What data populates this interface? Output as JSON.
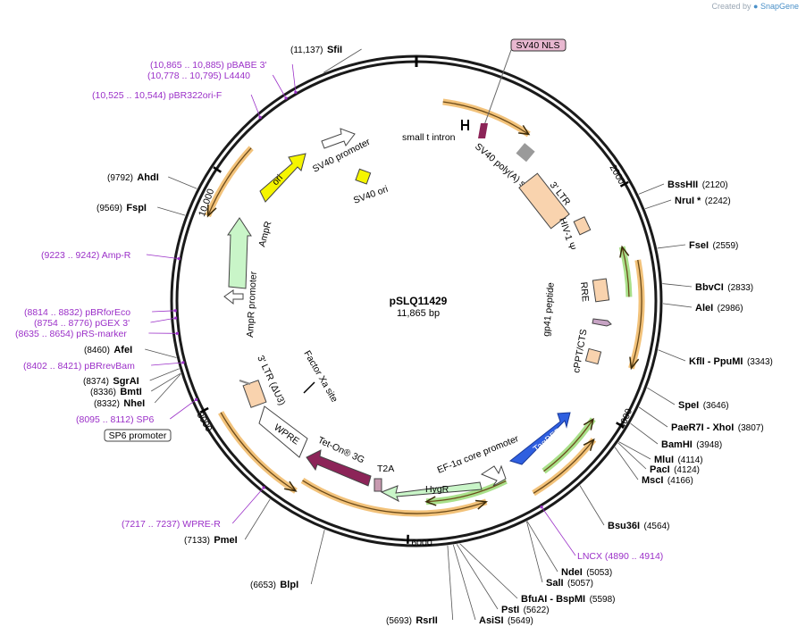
{
  "credit": {
    "prefix": "Created by",
    "brand": "SnapGene"
  },
  "plasmid": {
    "name": "pSLQ11429",
    "size": "11,865 bp",
    "length": 11865
  },
  "ticks": [
    {
      "bp": 2000,
      "label": "2000"
    },
    {
      "bp": 4000,
      "label": "4000"
    },
    {
      "bp": 6000,
      "label": "6000"
    },
    {
      "bp": 8000,
      "label": "8000"
    },
    {
      "bp": 10000,
      "label": "10,000"
    }
  ],
  "sites": [
    {
      "name": "SfiI",
      "pos": "(11,137)"
    },
    {
      "name": "BssHII",
      "pos": "(2120)"
    },
    {
      "name": "NruI *",
      "pos": "(2242)"
    },
    {
      "name": "FseI",
      "pos": "(2559)"
    },
    {
      "name": "BbvCI",
      "pos": "(2833)"
    },
    {
      "name": "AleI",
      "pos": "(2986)"
    },
    {
      "name": "KflI  - PpuMI",
      "pos": "(3343)"
    },
    {
      "name": "SpeI",
      "pos": "(3646)"
    },
    {
      "name": "PaeR7I  - XhoI",
      "pos": "(3807)"
    },
    {
      "name": "BamHI",
      "pos": "(3948)"
    },
    {
      "name": "MluI",
      "pos": "(4114)"
    },
    {
      "name": "PacI",
      "pos": "(4124)"
    },
    {
      "name": "MscI",
      "pos": "(4166)"
    },
    {
      "name": "Bsu36I",
      "pos": "(4564)"
    },
    {
      "name": "NdeI",
      "pos": "(5053)"
    },
    {
      "name": "SalI",
      "pos": "(5057)"
    },
    {
      "name": "BfuAI  - BspMI",
      "pos": "(5598)"
    },
    {
      "name": "PstI",
      "pos": "(5622)"
    },
    {
      "name": "AsiSI",
      "pos": "(5649)"
    },
    {
      "name": "RsrII",
      "pos": "(5693)"
    },
    {
      "name": "BlpI",
      "pos": "(6653)"
    },
    {
      "name": "PmeI",
      "pos": "(7133)"
    },
    {
      "name": "NheI",
      "pos": "(8332)"
    },
    {
      "name": "BmtI",
      "pos": "(8336)"
    },
    {
      "name": "SgrAI",
      "pos": "(8374)"
    },
    {
      "name": "AfeI",
      "pos": "(8460)"
    },
    {
      "name": "FspI",
      "pos": "(9569)"
    },
    {
      "name": "AhdI",
      "pos": "(9792)"
    }
  ],
  "primers": [
    {
      "name": "pBABE 3'",
      "pos": "(10,865 .. 10,885)"
    },
    {
      "name": "L4440",
      "pos": "(10,778 .. 10,795)"
    },
    {
      "name": "pBR322ori-F",
      "pos": "(10,525 .. 10,544)"
    },
    {
      "name": "Amp-R",
      "pos": "(9223 .. 9242)"
    },
    {
      "name": "pBRforEco",
      "pos": "(8814 .. 8832)"
    },
    {
      "name": "pGEX 3'",
      "pos": "(8754 .. 8776)"
    },
    {
      "name": "pRS-marker",
      "pos": "(8635 .. 8654)"
    },
    {
      "name": "pBRrevBam",
      "pos": "(8402 .. 8421)"
    },
    {
      "name": "SP6",
      "pos": "(8095 .. 8112)"
    },
    {
      "name": "WPRE-R",
      "pos": "(7217 .. 7237)"
    },
    {
      "name": "LNCX",
      "pos": "(4890 .. 4914)"
    }
  ],
  "boxed_labels": {
    "sv40_nls": "SV40 NLS",
    "sp6_promoter": "SP6 promoter"
  },
  "features": {
    "small_t_intron": "small t intron",
    "sv40_polya": "SV40 poly(A) signal",
    "ltr3": "3' LTR",
    "hiv_psi": "HIV-1 Ψ",
    "rre": "RRE",
    "gp41": "gp41 peptide",
    "cppt": "cPPT/CTS",
    "tagbfp": "TagBFP",
    "ef1a": "EF-1α core promoter",
    "hygr": "HygR",
    "t2a": "T2A",
    "teton": "Tet-On® 3G",
    "wpre": "WPRE",
    "ltr3_du3": "3' LTR (ΔU3)",
    "factor_xa": "Factor Xa site",
    "ampr_promoter": "AmpR promoter",
    "ampr": "AmpR",
    "ori": "ori",
    "sv40_promoter": "SV40 promoter",
    "sv40_ori": "SV40 ori"
  },
  "colors": {
    "backbone": "#1a1a1a",
    "orf_orange": "#f2c27a",
    "orf_green": "#a9e08a",
    "primer": "#9b30c8",
    "ltr": "#f9d3ae",
    "ampr": "#c9f5c8",
    "ori": "#f5f500",
    "tagbfp": "#2f5fe0",
    "teton": "#8c2458",
    "t2a": "#c89ab0",
    "sv40_nls": "#e8b8d0",
    "polya": "#9a9a9a",
    "gp41": "#c7a3c4"
  }
}
